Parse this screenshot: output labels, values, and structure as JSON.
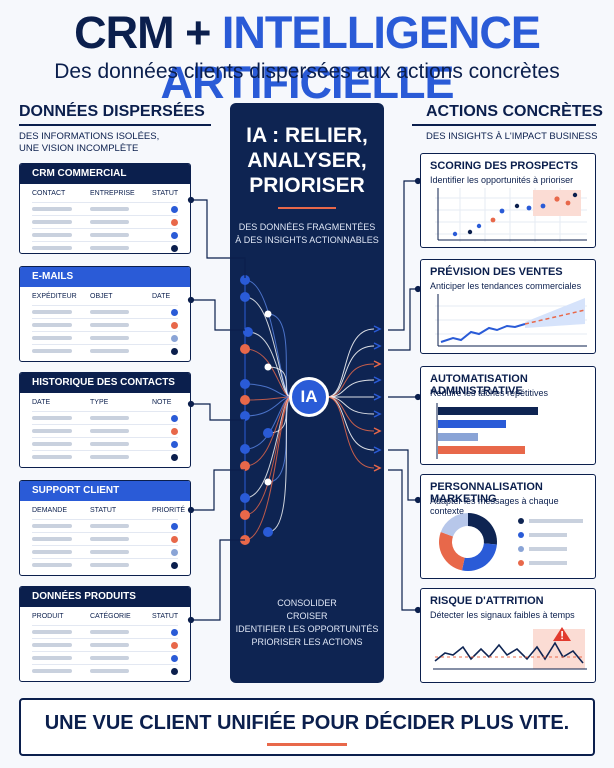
{
  "header": {
    "title_part1": "CRM + ",
    "title_part2": "INTELLIGENCE ARTIFICIELLE",
    "subtitle": "Des données clients dispersées aux actions concrètes"
  },
  "left": {
    "heading": "DONNÉES DISPERSÉES",
    "subheading_line1": "DES INFORMATIONS ISOLÉES,",
    "subheading_line2": "UNE VISION INCOMPLÈTE",
    "cards": [
      {
        "title": "CRM COMMERCIAL",
        "columns": [
          "CONTACT",
          "ENTREPRISE",
          "STATUT"
        ],
        "head_color": "#0b1f4d",
        "dots": [
          "#2a5bd7",
          "#e8684a",
          "#2a5bd7",
          "#0b1f4d"
        ]
      },
      {
        "title": "E-MAILS",
        "columns": [
          "EXPÉDITEUR",
          "OBJET",
          "DATE"
        ],
        "head_color": "#2a5bd7",
        "dots": [
          "#2a5bd7",
          "#e8684a",
          "#8aa4d6",
          "#0b1f4d"
        ]
      },
      {
        "title": "HISTORIQUE DES CONTACTS",
        "columns": [
          "DATE",
          "TYPE",
          "NOTE"
        ],
        "head_color": "#0b1f4d",
        "dots": [
          "#2a5bd7",
          "#e8684a",
          "#2a5bd7",
          "#0b1f4d"
        ]
      },
      {
        "title": "SUPPORT CLIENT",
        "columns": [
          "DEMANDE",
          "STATUT",
          "PRIORITÉ"
        ],
        "head_color": "#2a5bd7",
        "dots": [
          "#2a5bd7",
          "#e8684a",
          "#8aa4d6",
          "#0b1f4d"
        ]
      },
      {
        "title": "DONNÉES PRODUITS",
        "columns": [
          "PRODUIT",
          "CATÉGORIE",
          "STATUT"
        ],
        "head_color": "#0b1f4d",
        "dots": [
          "#2a5bd7",
          "#e8684a",
          "#2a5bd7",
          "#0b1f4d"
        ]
      }
    ]
  },
  "center": {
    "title_line1": "IA : RELIER,",
    "title_line2": "ANALYSER,",
    "title_line3": "PRIORISER",
    "sub_line1": "DES DONNÉES FRAGMENTÉES",
    "sub_line2": "À DES INSIGHTS ACTIONNABLES",
    "hub_label": "IA",
    "actions": [
      "CONSOLIDER",
      "CROISER",
      "IDENTIFIER LES OPPORTUNITÉS",
      "PRIORISER LES ACTIONS"
    ]
  },
  "right": {
    "heading": "ACTIONS CONCRÈTES",
    "subheading": "DES INSIGHTS À L'IMPACT BUSINESS",
    "cards": [
      {
        "title": "SCORING DES PROSPECTS",
        "desc": "Identifier les opportunités à prioriser",
        "icon": "scatter-chart-icon"
      },
      {
        "title": "PRÉVISION DES VENTES",
        "desc": "Anticiper les tendances commerciales",
        "icon": "forecast-line-icon"
      },
      {
        "title": "AUTOMATISATION ADMINISTRATIVE",
        "desc": "Réduire les tâches répétitives",
        "icon": "bar-chart-icon"
      },
      {
        "title": "PERSONNALISATION MARKETING",
        "desc": "Adapter les messages à chaque contexte",
        "icon": "donut-chart-icon"
      },
      {
        "title": "RISQUE D'ATTRITION",
        "desc": "Détecter les signaux faibles à temps",
        "icon": "warning-icon"
      }
    ]
  },
  "footer": {
    "text": "UNE VUE CLIENT UNIFIÉE POUR DÉCIDER PLUS VITE."
  },
  "colors": {
    "navy": "#0b1f4d",
    "blue": "#2a5bd7",
    "coral": "#e8684a",
    "light_blue": "#8aa4d6"
  }
}
